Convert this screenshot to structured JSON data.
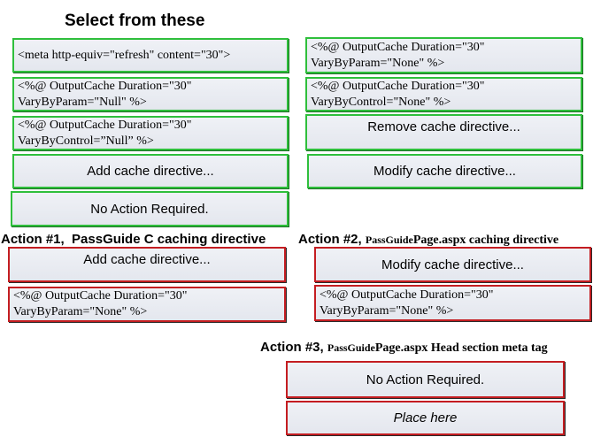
{
  "title": "Select from these",
  "options": {
    "meta_refresh": "<meta http-equiv=\"refresh\" content=\"30\">",
    "param_null": "<%@ OutputCache Duration=\"30\"\nVaryByParam=\"Null\" %>",
    "control_null": "<%@ OutputCache Duration=\"30\"\nVaryByControl=”Null” %>",
    "add_directive": "Add cache directive...",
    "no_action": "No Action Required.",
    "param_none": "<%@ OutputCache Duration=\"30\"\nVaryByParam=\"None\" %>",
    "control_none": "<%@ OutputCache Duration=\"30\"\nVaryByControl=\"None\" %>",
    "remove_directive": "Remove  cache directive...",
    "modify_directive": "Modify cache directive..."
  },
  "actions": {
    "a1": {
      "prefix": "Action #1,",
      "name": "PassGuide C caching directive",
      "slot1": "Add cache directive...",
      "slot2": "<%@ OutputCache Duration=\"30\"\nVaryByParam=\"None\" %>"
    },
    "a2": {
      "prefix": "Action #2,",
      "small": "PassGuide",
      "name": "Page.aspx caching directive",
      "slot1": "Modify cache directive...",
      "slot2": "<%@ OutputCache Duration=\"30\"\nVaryByParam=\"None\" %>"
    },
    "a3": {
      "prefix": "Action #3,",
      "small": "PassGuide",
      "name": "Page.aspx Head section meta tag",
      "slot1": "No Action Required.",
      "slot2": "Place here"
    }
  }
}
